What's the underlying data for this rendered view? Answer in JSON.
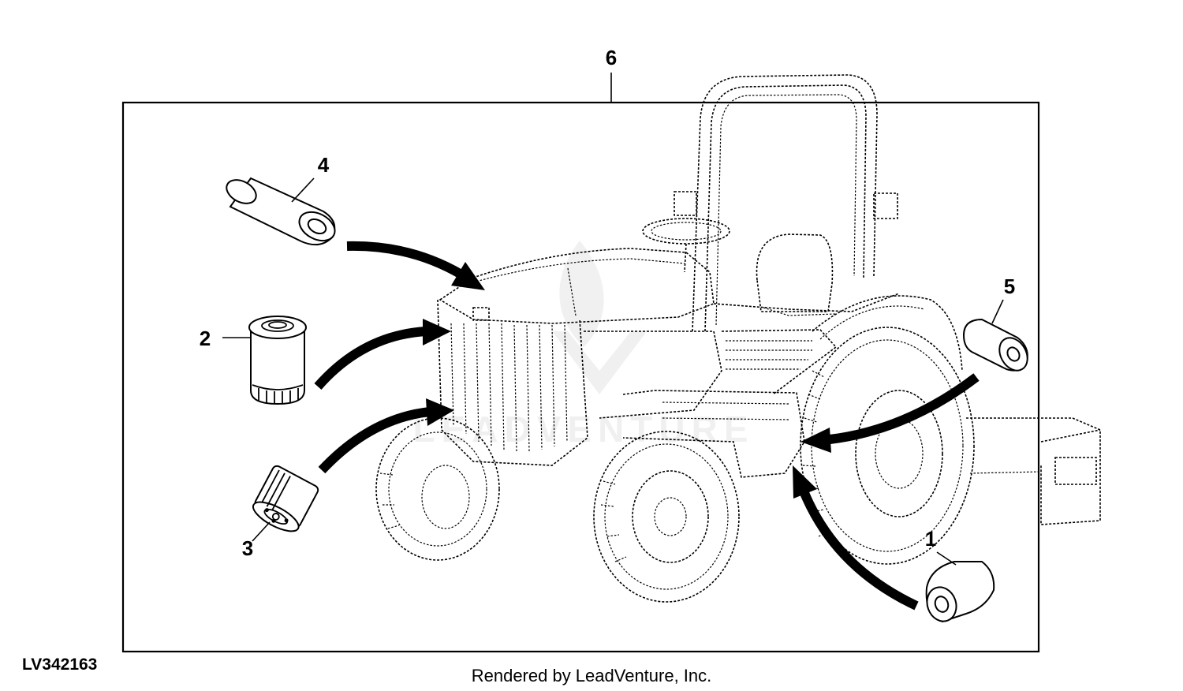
{
  "callouts": {
    "c1": "1",
    "c2": "2",
    "c3": "3",
    "c4": "4",
    "c5": "5",
    "c6": "6"
  },
  "reference_code": "LV342163",
  "footer": "Rendered by LeadVenture, Inc.",
  "colors": {
    "line": "#000000",
    "background": "#ffffff"
  },
  "icons": {
    "watermark": "leadventure-logo-watermark"
  }
}
